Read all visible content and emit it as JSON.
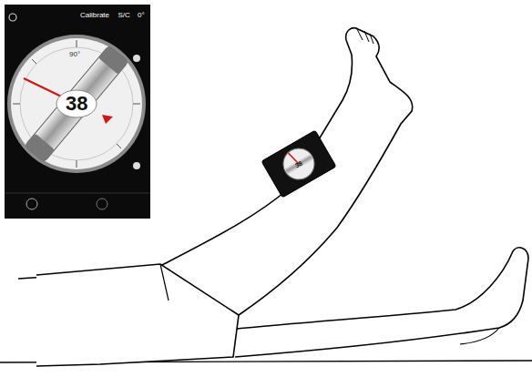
{
  "diagram": {
    "labels": [
      "Calibrate",
      "S/C",
      "0°",
      "90°",
      "38",
      "38"
    ]
  }
}
